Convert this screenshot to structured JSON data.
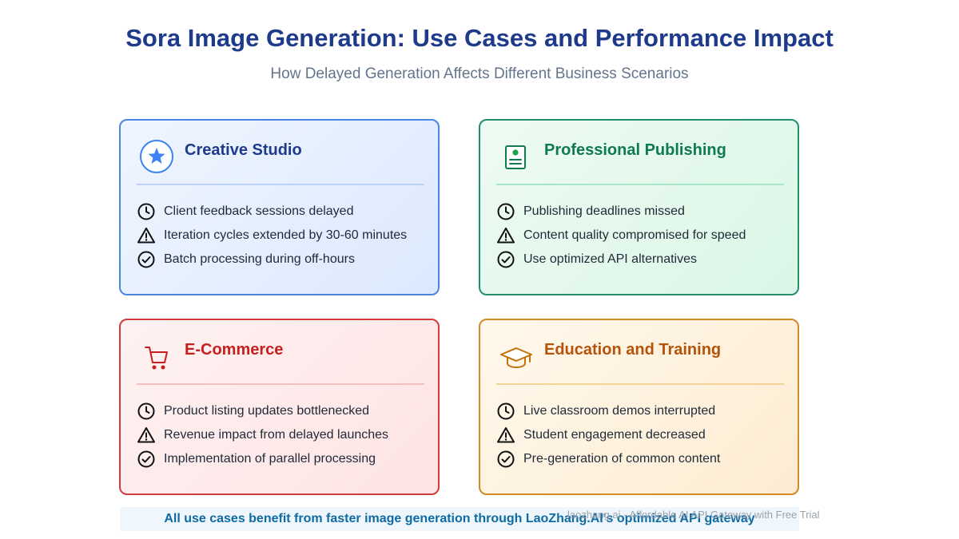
{
  "header": {
    "title": "Sora Image Generation: Use Cases and Performance Impact",
    "subtitle": "How Delayed Generation Affects Different Business Scenarios"
  },
  "colors": {
    "creative_studio": "#4a86e0",
    "professional_publishing": "#22906a",
    "e_commerce": "#d23c3c",
    "education_training": "#d48a24",
    "title": "#1e3a8a"
  },
  "cards": [
    {
      "title": "Creative Studio",
      "icon": "star-icon",
      "items": [
        {
          "icon": "clock-icon",
          "text": "Client feedback sessions delayed"
        },
        {
          "icon": "warning-icon",
          "text": "Iteration cycles extended by 30-60 minutes"
        },
        {
          "icon": "check-circle-icon",
          "text": "Batch processing during off-hours"
        }
      ]
    },
    {
      "title": "Professional Publishing",
      "icon": "document-icon",
      "items": [
        {
          "icon": "clock-icon",
          "text": "Publishing deadlines missed"
        },
        {
          "icon": "warning-icon",
          "text": "Content quality compromised for speed"
        },
        {
          "icon": "check-circle-icon",
          "text": "Use optimized API alternatives"
        }
      ]
    },
    {
      "title": "E-Commerce",
      "icon": "shopping-cart-icon",
      "items": [
        {
          "icon": "clock-icon",
          "text": "Product listing updates bottlenecked"
        },
        {
          "icon": "warning-icon",
          "text": "Revenue impact from delayed launches"
        },
        {
          "icon": "check-circle-icon",
          "text": "Implementation of parallel processing"
        }
      ]
    },
    {
      "title": "Education and Training",
      "icon": "graduation-cap-icon",
      "items": [
        {
          "icon": "clock-icon",
          "text": "Live classroom demos interrupted"
        },
        {
          "icon": "warning-icon",
          "text": "Student engagement decreased"
        },
        {
          "icon": "check-circle-icon",
          "text": "Pre-generation of common content"
        }
      ]
    }
  ],
  "footer": {
    "text": "All use cases benefit from faster image generation through LaoZhang.AI's optimized API gateway",
    "watermark": "laozhang.ai - Affordable AI API Gateway with Free Trial"
  }
}
